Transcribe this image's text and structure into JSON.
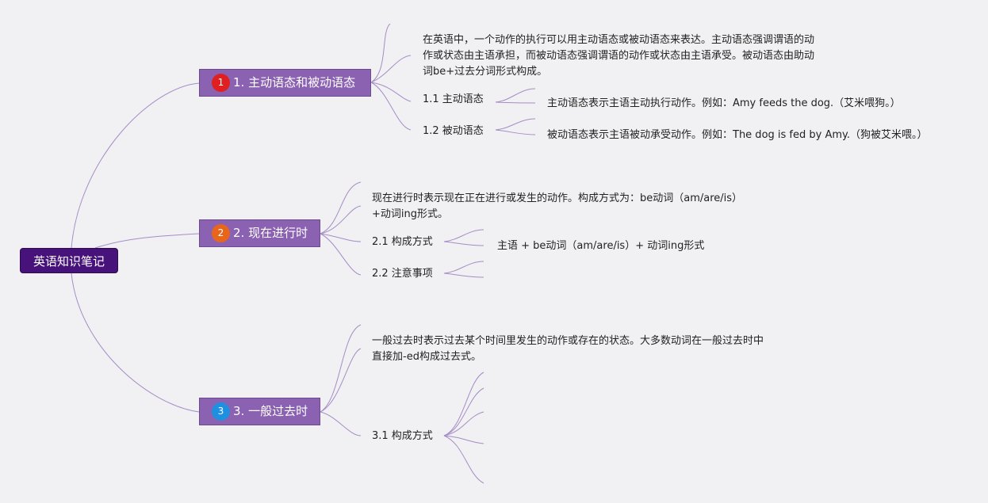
{
  "root": {
    "label": "英语知识笔记"
  },
  "branches": [
    {
      "label": "1. 主动语态和被动语态",
      "badge": "1",
      "badge_color": "#e02020",
      "description": "在英语中，一个动作的执行可以用主动语态或被动语态来表达。主动语态强调谓语的动作或状态由主语承担，而被动语态强调谓语的动作或状态由主语承受。被动语态由助动词be+过去分词形式构成。",
      "children": [
        {
          "label": "1.1 主动语态",
          "detail": "主动语态表示主语主动执行动作。例如：Amy feeds the dog.（艾米喂狗。）"
        },
        {
          "label": "1.2 被动语态",
          "detail": "被动语态表示主语被动承受动作。例如：The dog is fed by Amy.（狗被艾米喂。）"
        }
      ]
    },
    {
      "label": "2. 现在进行时",
      "badge": "2",
      "badge_color": "#e8661c",
      "description": "现在进行时表示现在正在进行或发生的动作。构成方式为：be动词（am/are/is）+动词ing形式。",
      "children": [
        {
          "label": "2.1 构成方式",
          "detail": "主语 + be动词（am/are/is）+ 动词ing形式"
        },
        {
          "label": "2.2 注意事项",
          "detail": ""
        }
      ]
    },
    {
      "label": "3. 一般过去时",
      "badge": "3",
      "badge_color": "#1f8fe0",
      "description": "一般过去时表示过去某个时间里发生的动作或存在的状态。大多数动词在一般过去时中直接加-ed构成过去式。",
      "children": [
        {
          "label": "3.1 构成方式",
          "detail": ""
        }
      ]
    }
  ],
  "colors": {
    "root": "#47137a",
    "branch": "#8b61b1",
    "line": "#a58cc6"
  }
}
